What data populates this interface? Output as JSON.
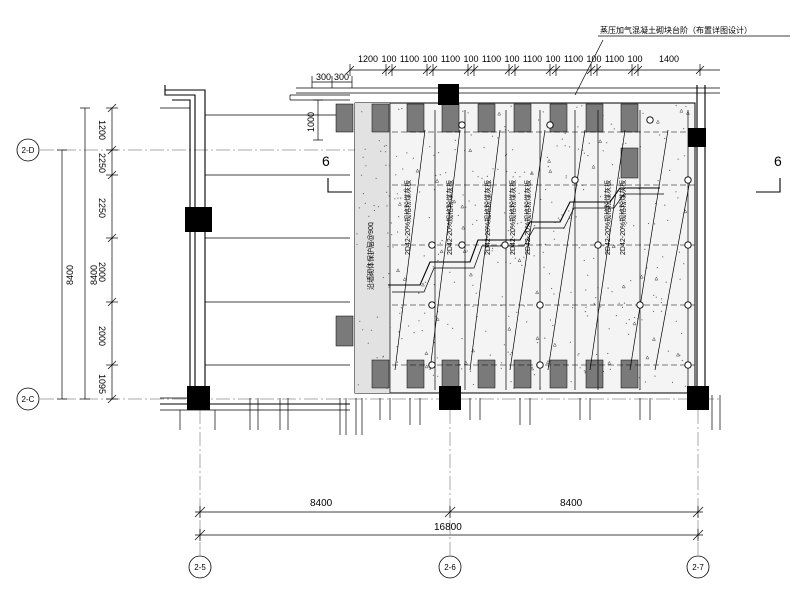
{
  "callout_note": "蒸压加气混凝土砌块台阶（布置详图设计）",
  "section_mark": "6",
  "fill_labels": [
    "2D42-20%规格粉煤灰板",
    "2D42-20%规格粉煤灰板",
    "2D42-20%规格粉煤灰板",
    "2D42-20%规格粉煤灰板",
    "2D42-20%规格粉煤灰板",
    "2D42-20%规格粉煤灰板",
    "2D42-20%规格粉煤灰板"
  ],
  "left_fill_label": "沿墙砌体保护层@900",
  "top_dims": [
    "1200",
    "100",
    "1100",
    "100",
    "1100",
    "100",
    "1100",
    "100",
    "1100",
    "100",
    "1100",
    "100",
    "1100",
    "100",
    "1400"
  ],
  "top_small_dims": [
    "300",
    "300"
  ],
  "left_small_dim": "1000",
  "left_dims": [
    "1200",
    "2250",
    "2250",
    "2000",
    "2000",
    "1095"
  ],
  "left_total_a": "8400",
  "left_total_b": "8400",
  "bottom_dims": [
    "8400",
    "8400"
  ],
  "bottom_total": "16800",
  "axes_h": [
    "2-D",
    "2-C"
  ],
  "axes_v": [
    "2-5",
    "2-6",
    "2-7"
  ]
}
